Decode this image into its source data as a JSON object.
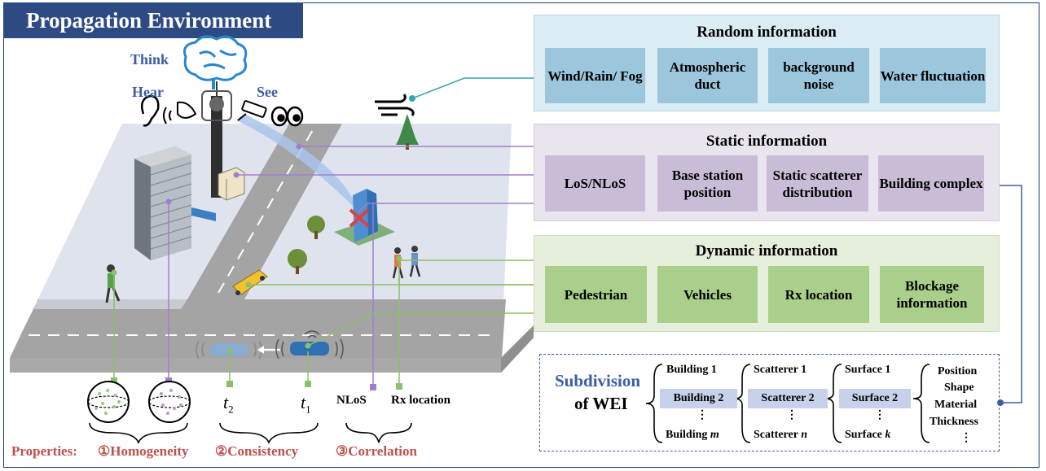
{
  "title": "Propagation Environment",
  "senses": {
    "think": "Think",
    "hear": "Hear",
    "see": "See"
  },
  "random": {
    "title": "Random information",
    "items": [
      "Wind/Rain/ Fog",
      "Atmospheric duct",
      "background noise",
      "Water fluctuation"
    ]
  },
  "static": {
    "title": "Static information",
    "items": [
      "LoS/NLoS",
      "Base station position",
      "Static scatterer distribution",
      "Building complex"
    ]
  },
  "dynamic": {
    "title": "Dynamic information",
    "items": [
      "Pedestrian",
      "Vehicles",
      "Rx location",
      "Blockage information"
    ]
  },
  "bottom_labels": {
    "t2": "t",
    "t2_sub": "2",
    "t1": "t",
    "t1_sub": "1",
    "nlos": "NLoS",
    "rx": "Rx location"
  },
  "properties": {
    "prefix": "Properties:",
    "homogeneity": "①Homogeneity",
    "consistency": "②Consistency",
    "correlation": "③Correlation"
  },
  "subdivision": {
    "title_line1": "Subdivision",
    "title_line2": "of WEI",
    "buildings": [
      "Building 1",
      "Building 2",
      "⋮",
      "Building "
    ],
    "building_m": "m",
    "scatterers": [
      "Scatterer 1",
      "Scatterer 2",
      "⋮",
      "Scatterer "
    ],
    "scatterer_n": "n",
    "surfaces": [
      "Surface 1",
      "Surface 2",
      "⋮",
      "Surface "
    ],
    "surface_k": "k",
    "attributes": [
      "Position",
      "Shape",
      "Material",
      "Thickness",
      "⋮"
    ]
  },
  "colors": {
    "title_bg": "#2e4a83",
    "random_bg": "#dcecf4",
    "random_cell": "#9cc6dc",
    "static_bg": "#e9e5ee",
    "static_cell": "#c9bcd6",
    "dynamic_bg": "#e6efdc",
    "dynamic_cell": "#a9cf8a",
    "accent_red": "#c0504d",
    "accent_blue": "#3b5ea6"
  }
}
